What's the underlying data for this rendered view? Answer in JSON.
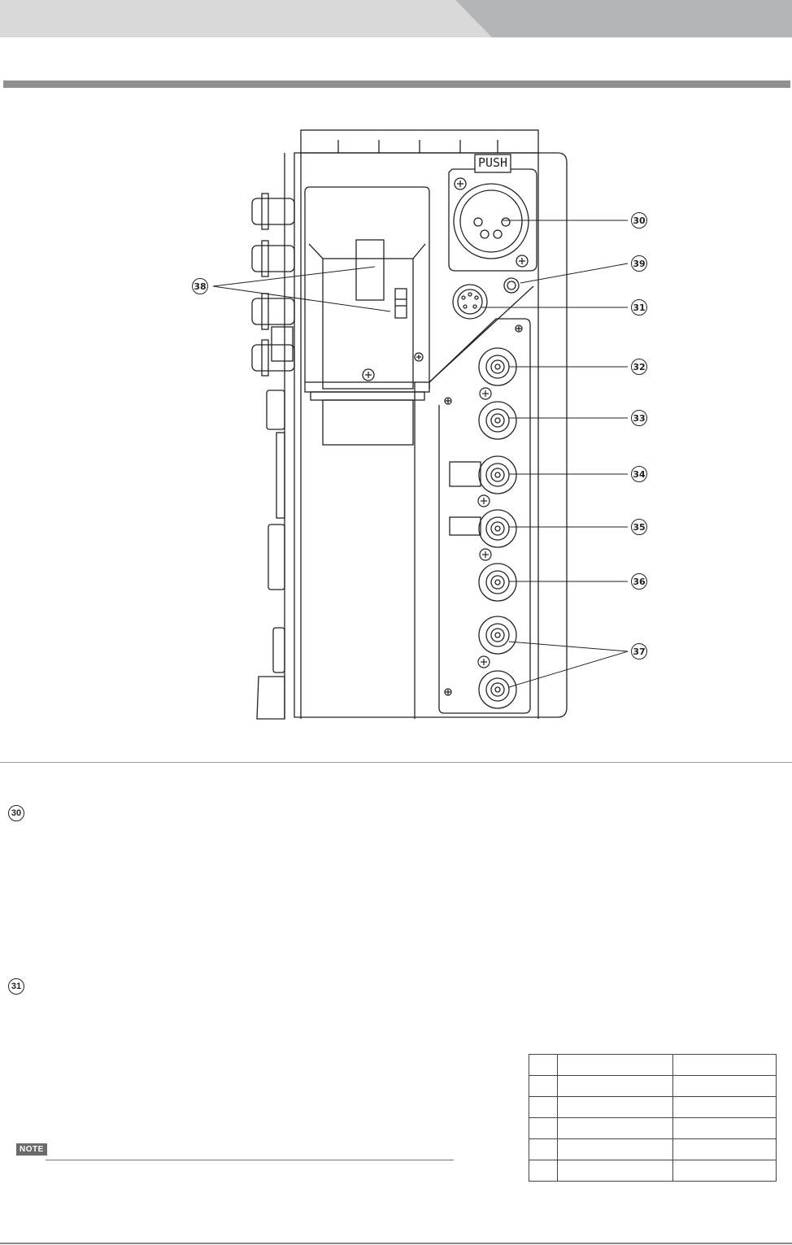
{
  "diagram": {
    "push_label": "PUSH",
    "callouts": [
      "30",
      "31",
      "32",
      "33",
      "34",
      "35",
      "36",
      "37",
      "38",
      "39"
    ]
  },
  "sections": [
    {
      "marker": "30"
    },
    {
      "marker": "31"
    }
  ],
  "note": {
    "label": "NOTE"
  },
  "pin_table": {
    "rows": [
      [
        "",
        "",
        ""
      ],
      [
        "",
        "",
        ""
      ],
      [
        "",
        "",
        ""
      ],
      [
        "",
        "",
        ""
      ],
      [
        "",
        "",
        ""
      ],
      [
        "",
        "",
        ""
      ]
    ]
  },
  "colors": {
    "header_light": "#d9d9da",
    "header_dark": "#b4b5b6",
    "rule_gray": "#8f8f90",
    "note_badge": "#6b6b6b"
  }
}
